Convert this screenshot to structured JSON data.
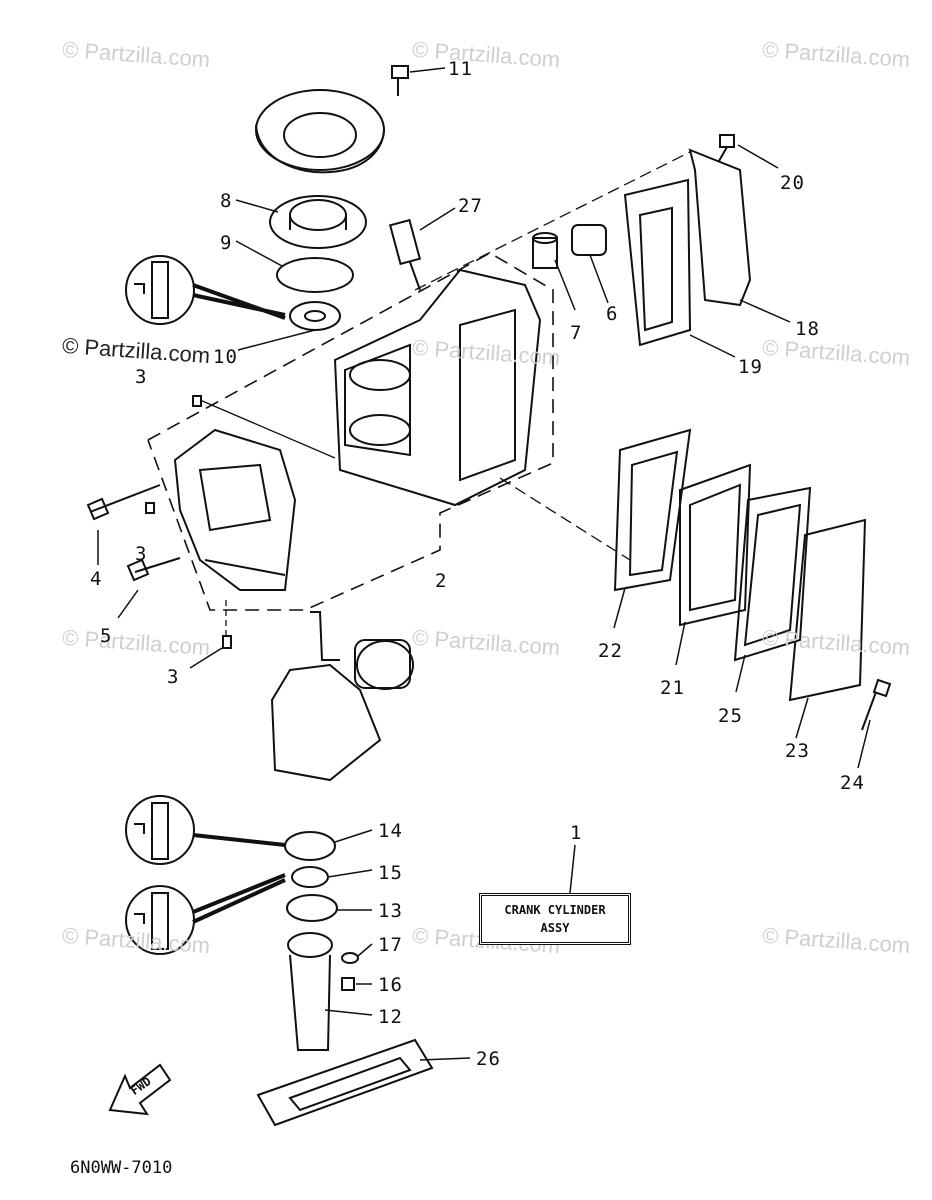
{
  "watermark": "© Partzilla.com",
  "diagram_code": "6N0WW-7010",
  "fwd_label": "FWD",
  "title_box": {
    "line1": "CRANK CYLINDER",
    "line2": "ASSY"
  },
  "callouts": {
    "c1": "1",
    "c2": "2",
    "c3a": "3",
    "c3b": "3",
    "c3c": "3",
    "c4": "4",
    "c5": "5",
    "c6": "6",
    "c7": "7",
    "c8": "8",
    "c9": "9",
    "c10": "10",
    "c11": "11",
    "c12": "12",
    "c13": "13",
    "c14": "14",
    "c15": "15",
    "c16": "16",
    "c17": "17",
    "c18": "18",
    "c19": "19",
    "c20": "20",
    "c21": "21",
    "c22": "22",
    "c23": "23",
    "c24": "24",
    "c25": "25",
    "c26": "26",
    "c27": "27"
  }
}
